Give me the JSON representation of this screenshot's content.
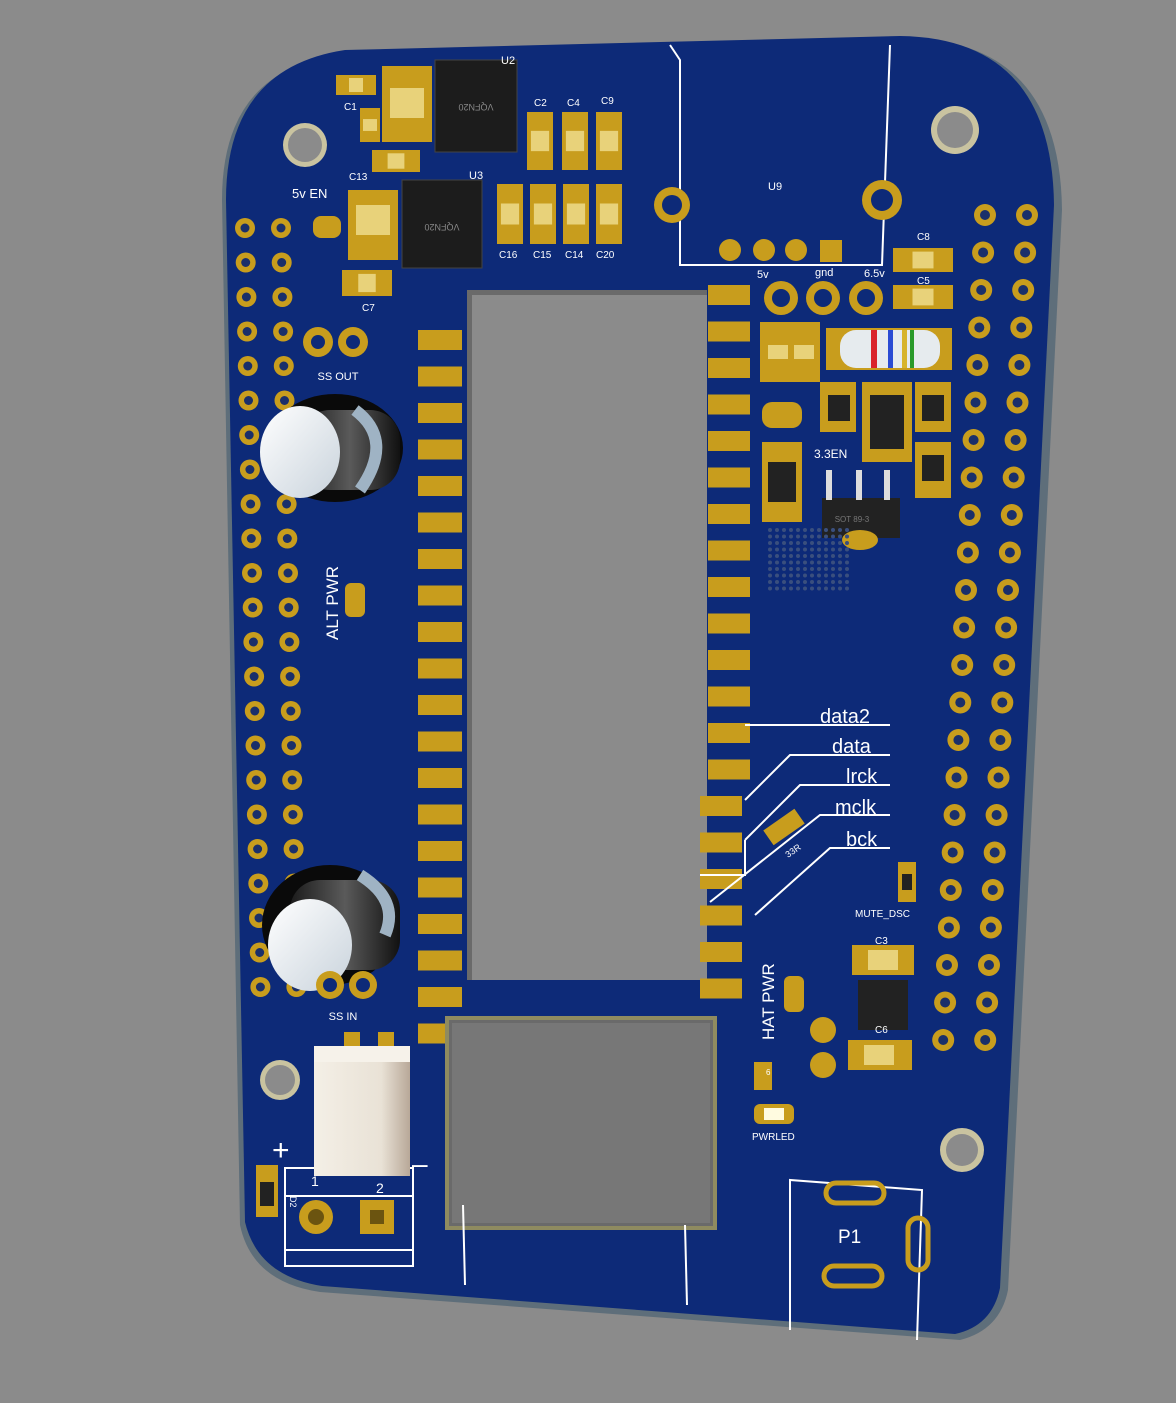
{
  "scene": {
    "background": "#8b8b8b",
    "board_color": "#0d2a78",
    "board_edge_color": "#5e6e7a",
    "pad_color": "#c89d1d",
    "silk_color": "#ffffff"
  },
  "labels": {
    "u2": "U2",
    "u3": "U3",
    "u9": "U9",
    "ic_mark": "VQFN20",
    "sot_mark": "SOT 89-3",
    "c1": "C1",
    "c2": "C2",
    "c4": "C4",
    "c9": "C9",
    "c13": "C13",
    "c7": "C7",
    "c16": "C16",
    "c15": "C15",
    "c14": "C14",
    "c20": "C20",
    "c8": "C8",
    "c5": "C5",
    "c3": "C3",
    "c6": "C6",
    "en5v": "5v EN",
    "ss_out": "SS OUT",
    "ss_in": "SS IN",
    "alt_pwr": "ALT PWR",
    "hat_pwr": "HAT PWR",
    "v5": "5v",
    "gnd": "gnd",
    "v65": "6.5v",
    "en33": "3.3EN",
    "data2": "data2",
    "data": "data",
    "lrck": "lrck",
    "mclk": "mclk",
    "bck": "bck",
    "r33": "33R",
    "mute": "MUTE_DSC",
    "pwrled": "PWRLED",
    "p1": "P1",
    "plus": "+",
    "minus": "–",
    "term1": "1",
    "term2": "2",
    "d2": "D2",
    "r6": "6"
  }
}
